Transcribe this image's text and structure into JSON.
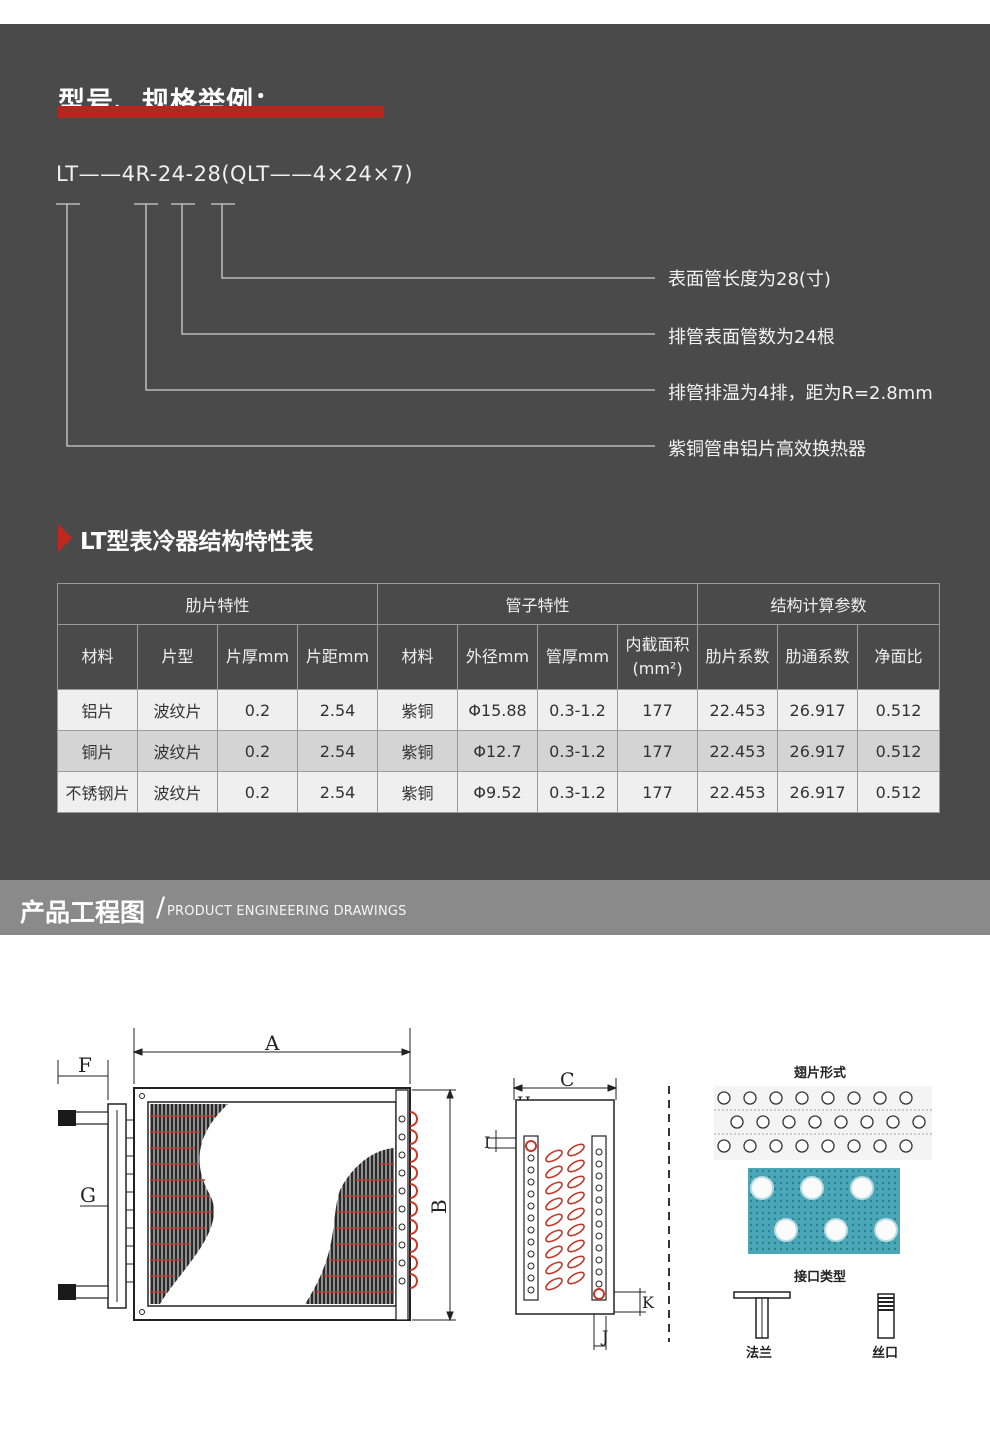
{
  "header": {
    "title": "型号、规格举例：",
    "model_code": "LT——4R-24-28(QLT——4×24×7)"
  },
  "legend": [
    "表面管长度为28(寸)",
    "排管表面管数为24根",
    "排管排温为4排，距为R=2.8mm",
    "紫铜管串铝片高效换热器"
  ],
  "table": {
    "title": "LT型表冷器结构特性表",
    "groups": [
      "肋片特性",
      "管子特性",
      "结构计算参数"
    ],
    "columns": [
      "材料",
      "片型",
      "片厚mm",
      "片距mm",
      "材料",
      "外径mm",
      "管厚mm",
      "内截面积",
      "肋片系数",
      "肋通系数",
      "净面比"
    ],
    "inner_area_unit": "(mm²)",
    "rows": [
      [
        "铝片",
        "波纹片",
        "0.2",
        "2.54",
        "紫铜",
        "Φ15.88",
        "0.3-1.2",
        "177",
        "22.453",
        "26.917",
        "0.512"
      ],
      [
        "铜片",
        "波纹片",
        "0.2",
        "2.54",
        "紫铜",
        "Φ12.7",
        "0.3-1.2",
        "177",
        "22.453",
        "26.917",
        "0.512"
      ],
      [
        "不锈钢片",
        "波纹片",
        "0.2",
        "2.54",
        "紫铜",
        "Φ9.52",
        "0.3-1.2",
        "177",
        "22.453",
        "26.917",
        "0.512"
      ]
    ]
  },
  "section": {
    "title": "产品工程图",
    "slash": "/",
    "subtitle": "PRODUCT ENGINEERING DRAWINGS"
  },
  "drawing": {
    "labels": {
      "A": "A",
      "B": "B",
      "C": "C",
      "F": "F",
      "G": "G",
      "H": "H",
      "I": "I",
      "J": "J",
      "K": "K"
    },
    "fin_form": "翅片形式",
    "connector_type": "接口类型",
    "flange": "法兰",
    "thread": "丝口"
  },
  "colors": {
    "accent": "#b5261e",
    "panel": "#4a4a4a",
    "band": "#8a8a8a",
    "tube": "#c0392b"
  }
}
